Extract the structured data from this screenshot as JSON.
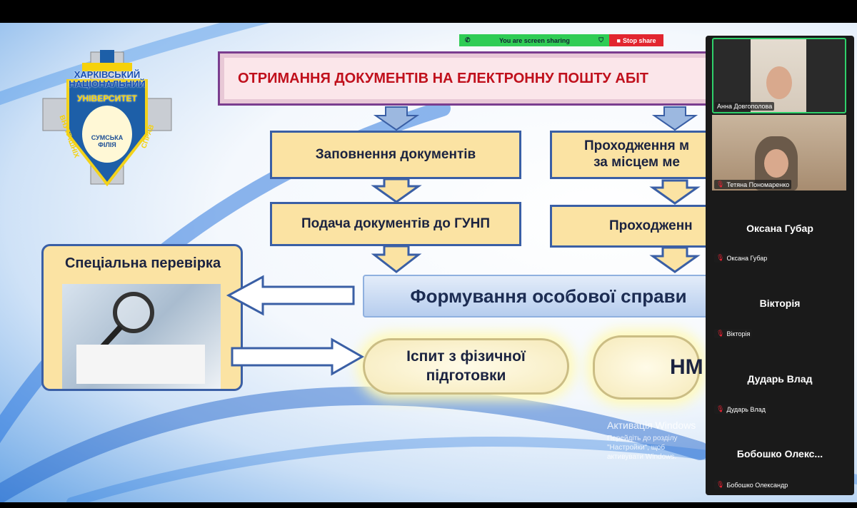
{
  "share_bar": {
    "status": "You are screen sharing",
    "stop": "Stop share"
  },
  "slide": {
    "logo": {
      "line1": "ХАРКІВСЬКИЙ",
      "line2": "НАЦІОНАЛЬНИЙ",
      "line3": "УНІВЕРСИТЕТ",
      "left": "ВНУТРІШНІХ",
      "right": "СПРАВ",
      "branch": "СУМСЬКА ФІЛІЯ"
    },
    "title": "ОТРИМАННЯ ДОКУМЕНТІВ  НА ЕЛЕКТРОННУ ПОШТУ АБІТ",
    "left_box1": "Заповнення документів",
    "left_box2": "Подача документів до ГУНП",
    "right_box1": "Проходження м\nза місцем ме",
    "right_box2": "Проходженн",
    "formation": "Формування особової справи",
    "special_check": "Спеціальна перевірка",
    "exam": "Іспит з фізичної підготовки",
    "nm": "НМ"
  },
  "participants": [
    {
      "name": "Анна Довгополова",
      "video": true,
      "muted": false
    },
    {
      "name": "Тетяна Пономаренко",
      "video": true,
      "muted": true
    },
    {
      "display": "Оксана Губар",
      "name": "Оксана Губар",
      "muted": true
    },
    {
      "display": "Вікторія",
      "name": "Вікторія",
      "muted": true
    },
    {
      "display": "Дударь Влад",
      "name": "Дударь Влад",
      "muted": true
    },
    {
      "display": "Бобошко  Олекс...",
      "name": "Бобошко Олександр",
      "muted": true
    }
  ],
  "windows_activation": {
    "title": "Активація Windows",
    "text": "Перейдіть до розділу \"Настройки\", щоб активувати Windows."
  }
}
